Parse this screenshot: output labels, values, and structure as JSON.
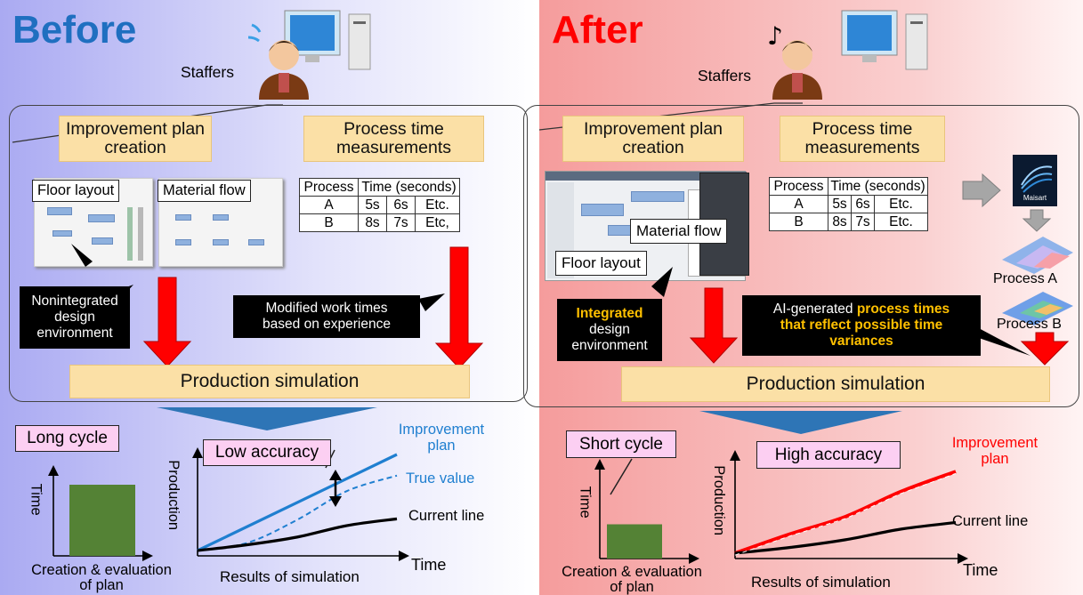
{
  "before": {
    "title": "Before",
    "staffers": "Staffers",
    "improvement_plan": [
      "Improvement plan",
      "creation"
    ],
    "process_time": [
      "Process time",
      "measurements"
    ],
    "floor_layout": "Floor layout",
    "material_flow": "Material flow",
    "table": {
      "header": [
        "Process",
        "Time (seconds)"
      ],
      "rows": [
        [
          "A",
          "5s",
          "6s",
          "Etc."
        ],
        [
          "B",
          "8s",
          "7s",
          "Etc,"
        ]
      ]
    },
    "callout_left": [
      "Nonintegrated",
      "design",
      "environment"
    ],
    "callout_right": [
      "Modified work times",
      "based on experience"
    ],
    "production_simulation": "Production simulation",
    "cycle_label": "Long cycle",
    "accuracy_label": "Low accuracy",
    "axis_time": "Time",
    "axis_production": "Production",
    "axis_time_x": "Time",
    "bar_caption": [
      "Creation & evaluation",
      "of plan"
    ],
    "chart_caption": "Results of simulation",
    "series_improvement": [
      "Improvement",
      "plan"
    ],
    "series_true": "True value",
    "series_current": "Current line"
  },
  "after": {
    "title": "After",
    "staffers": "Staffers",
    "improvement_plan": [
      "Improvement plan",
      "creation"
    ],
    "process_time": [
      "Process time",
      "measurements"
    ],
    "floor_layout": "Floor layout",
    "material_flow": "Material flow",
    "table": {
      "header": [
        "Process",
        "Time (seconds)"
      ],
      "rows": [
        [
          "A",
          "5s",
          "6s",
          "Etc."
        ],
        [
          "B",
          "8s",
          "7s",
          "Etc."
        ]
      ]
    },
    "callout_left_highlight": "Integrated",
    "callout_left": [
      "design",
      "environment"
    ],
    "callout_right_prefix": "AI-generated ",
    "callout_right_highlight": "process times",
    "callout_right_line2": "that reflect possible time",
    "callout_right_line3": "variances",
    "maisart_logo": "Maisart",
    "process_a": "Process A",
    "process_b": "Process B",
    "production_simulation": "Production simulation",
    "cycle_label": "Short cycle",
    "accuracy_label": "High accuracy",
    "axis_time": "Time",
    "axis_production": "Production",
    "axis_time_x": "Time",
    "bar_caption": [
      "Creation & evaluation",
      "of plan"
    ],
    "chart_caption": "Results of simulation",
    "series_improvement": [
      "Improvement",
      "plan"
    ],
    "series_current": "Current line"
  },
  "colors": {
    "before_title": "#1f6fc0",
    "after_title": "#ff0000",
    "bar_green": "#548235",
    "improvement_blue": "#1f7fd0",
    "improvement_red": "#ff0000",
    "arrow_red": "#ff0000",
    "down_triangle": "#2e75b6"
  },
  "chart_data": [
    {
      "type": "bar",
      "categories": [
        "Creation & evaluation of plan"
      ],
      "values": [
        0.8
      ],
      "ylabel": "Time",
      "annotation": "Long cycle"
    },
    {
      "type": "line",
      "xlabel": "Time",
      "ylabel": "Production",
      "annotation": "Low accuracy",
      "series": [
        {
          "name": "Improvement plan",
          "x": [
            0,
            1
          ],
          "y": [
            0,
            1.0
          ]
        },
        {
          "name": "True value",
          "x": [
            0,
            0.25,
            0.5,
            0.75,
            1
          ],
          "y": [
            0,
            0.08,
            0.32,
            0.62,
            0.78
          ]
        },
        {
          "name": "Current line",
          "x": [
            0,
            0.25,
            0.5,
            0.75,
            1
          ],
          "y": [
            0,
            0.06,
            0.14,
            0.26,
            0.33
          ]
        }
      ]
    },
    {
      "type": "bar",
      "categories": [
        "Creation & evaluation of plan"
      ],
      "values": [
        0.35
      ],
      "ylabel": "Time",
      "annotation": "Short cycle"
    },
    {
      "type": "line",
      "xlabel": "Time",
      "ylabel": "Production",
      "annotation": "High accuracy",
      "series": [
        {
          "name": "Improvement plan",
          "x": [
            0,
            0.25,
            0.5,
            0.75,
            1
          ],
          "y": [
            0,
            0.2,
            0.38,
            0.64,
            0.85
          ]
        },
        {
          "name": "Current line",
          "x": [
            0,
            0.25,
            0.5,
            0.75,
            1
          ],
          "y": [
            0,
            0.06,
            0.14,
            0.25,
            0.32
          ]
        }
      ]
    }
  ]
}
